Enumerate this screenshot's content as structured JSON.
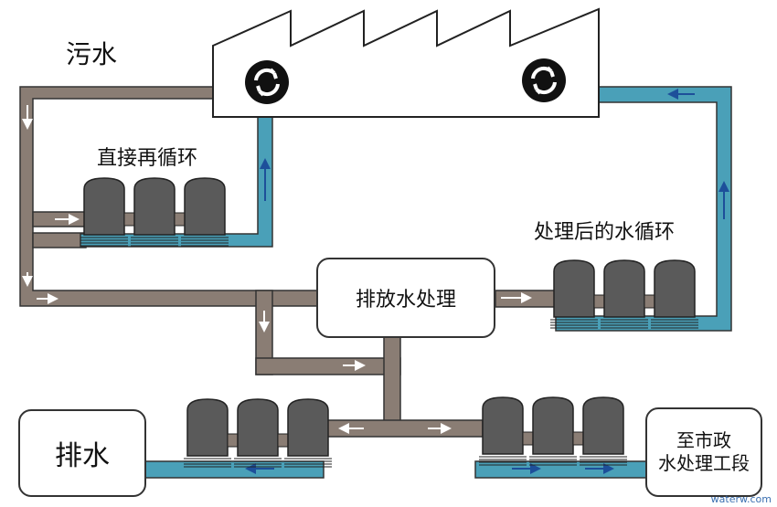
{
  "labels": {
    "sewage": "污水",
    "direct_recycle": "直接再循环",
    "treated_recycle": "处理后的水循环",
    "effluent_treatment": "排放水处理",
    "discharge": "排水",
    "municipal_line1": "至市政",
    "municipal_line2": "水处理工段"
  },
  "watermark": "waterw.com",
  "colors": {
    "dirty_pipe": "#8a7d74",
    "clean_pipe": "#4aa0b8",
    "tank": "#5a5a5a",
    "outline": "#333333"
  }
}
